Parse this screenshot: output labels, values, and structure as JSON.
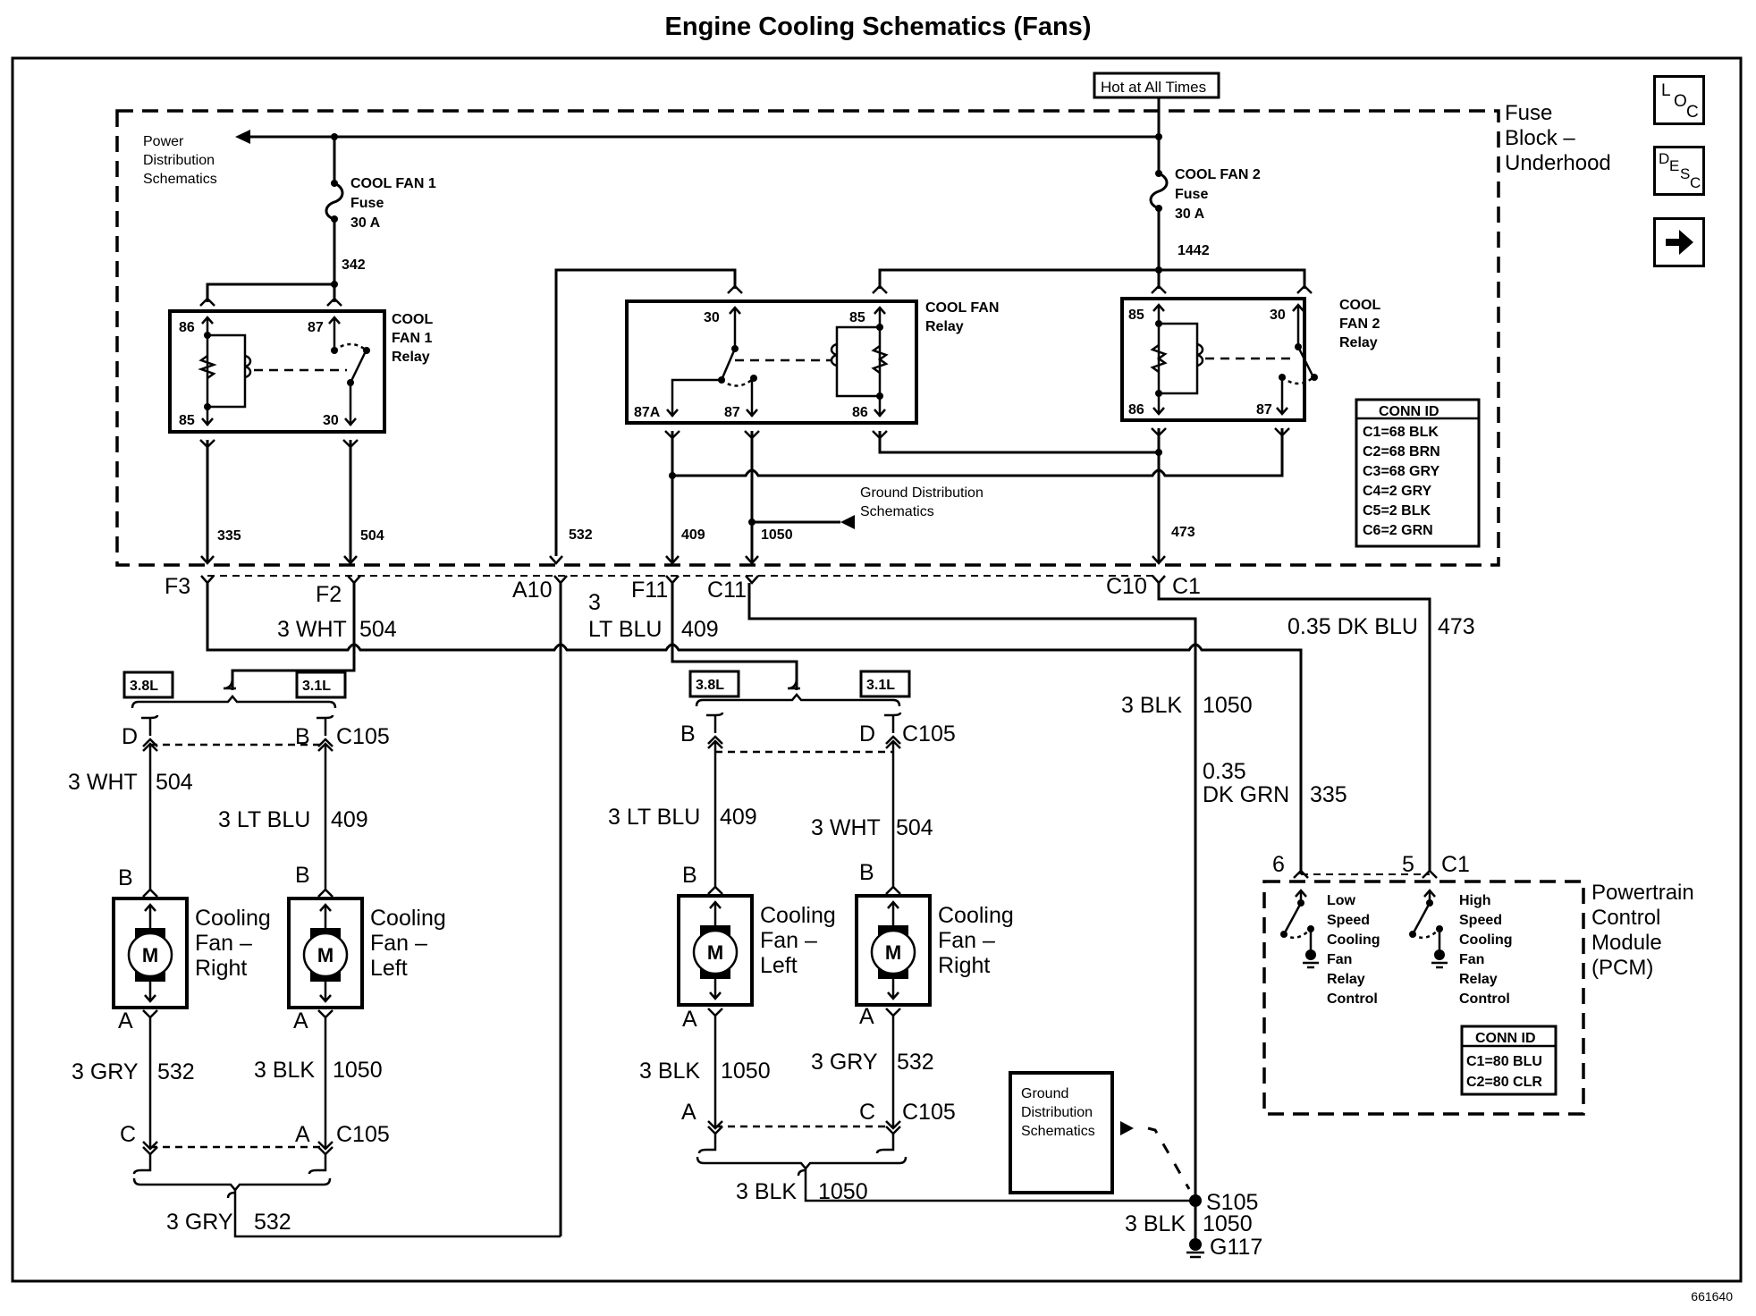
{
  "title": "Engine Cooling Schematics (Fans)",
  "drawing_number": "661640",
  "nav_buttons": {
    "loc": {
      "letters": [
        "L",
        "O",
        "C"
      ],
      "icon": "loc-icon"
    },
    "desc": {
      "letters": [
        "D",
        "E",
        "S",
        "C"
      ],
      "icon": "desc-icon"
    },
    "next": {
      "icon": "arrow-right-icon"
    }
  },
  "power": {
    "hot_label": "Hot at All Times",
    "power_dist": [
      "Power",
      "Distribution",
      "Schematics"
    ]
  },
  "fuse_block": {
    "label": [
      "Fuse",
      "Block –",
      "Underhood"
    ],
    "fuse1": {
      "name": "COOL FAN 1",
      "type": "Fuse",
      "rating": "30 A",
      "circuit": "342"
    },
    "fuse2": {
      "name": "COOL FAN 2",
      "type": "Fuse",
      "rating": "30 A",
      "circuit": "1442"
    },
    "relay1": {
      "label": [
        "COOL",
        "FAN 1",
        "Relay"
      ],
      "pins": {
        "p86": "86",
        "p87": "87",
        "p85": "85",
        "p30": "30"
      }
    },
    "relay_mid": {
      "label": [
        "COOL FAN",
        "Relay"
      ],
      "pins": {
        "p30": "30",
        "p85": "85",
        "p87a": "87A",
        "p87": "87",
        "p86": "86"
      }
    },
    "relay2": {
      "label": [
        "COOL",
        "FAN 2",
        "Relay"
      ],
      "pins": {
        "p85": "85",
        "p30": "30",
        "p86": "86",
        "p87": "87"
      }
    },
    "ground_dist": [
      "Ground Distribution",
      "Schematics"
    ],
    "circuits": {
      "c335": "335",
      "c504": "504",
      "c532": "532",
      "c409": "409",
      "c1050": "1050",
      "c473": "473"
    },
    "conn_id": {
      "header": "CONN ID",
      "rows": [
        "C1=68 BLK",
        "C2=68 BRN",
        "C3=68 GRY",
        "C4=2 GRY",
        "C5=2 BLK",
        "C6=2 GRN"
      ]
    }
  },
  "connectors": {
    "F3": "F3",
    "F2": "F2",
    "A10": "A10",
    "F11": "F11",
    "C11": "C11",
    "C10": "C10",
    "C1": "C1"
  },
  "wires": {
    "wht504": {
      "color": "3 WHT",
      "circuit": "504"
    },
    "ltblu409": {
      "color_a": "3",
      "color_b": "LT BLU",
      "circuit": "409"
    },
    "dkblu473": {
      "color": "0.35 DK BLU",
      "circuit": "473"
    },
    "blk1050": {
      "color": "3 BLK",
      "circuit": "1050"
    },
    "dkgrn335": {
      "color_a": "0.35",
      "color_b": "DK GRN",
      "circuit": "335"
    }
  },
  "left_group": {
    "eng38": "3.8L",
    "eng31": "3.1L",
    "c105_top": {
      "left_pin": "D",
      "right_pin": "B",
      "name": "C105"
    },
    "fan_right": {
      "pin_top": "B",
      "pin_bot": "A",
      "label": [
        "Cooling",
        "Fan –",
        "Right"
      ],
      "wire_top": {
        "color": "3 WHT",
        "circuit": "504"
      },
      "wire_bot": {
        "color": "3 GRY",
        "circuit": "532"
      }
    },
    "fan_left": {
      "pin_top": "B",
      "pin_bot": "A",
      "label": [
        "Cooling",
        "Fan –",
        "Left"
      ],
      "wire_top": {
        "color": "3 LT BLU",
        "circuit": "409"
      },
      "wire_bot": {
        "color": "3 BLK",
        "circuit": "1050"
      }
    },
    "c105_bot": {
      "left_pin": "C",
      "right_pin": "A",
      "name": "C105"
    },
    "bottom_wire": {
      "color": "3 GRY",
      "circuit": "532"
    }
  },
  "mid_group": {
    "eng38": "3.8L",
    "eng31": "3.1L",
    "c105_top": {
      "left_pin": "B",
      "right_pin": "D",
      "name": "C105"
    },
    "fan_left": {
      "pin_top": "B",
      "pin_bot": "A",
      "label": [
        "Cooling",
        "Fan –",
        "Left"
      ],
      "wire_top": {
        "color": "3 LT BLU",
        "circuit": "409"
      },
      "wire_bot": {
        "color": "3 BLK",
        "circuit": "1050"
      }
    },
    "fan_right": {
      "pin_top": "B",
      "pin_bot": "A",
      "label": [
        "Cooling",
        "Fan –",
        "Right"
      ],
      "wire_top": {
        "color": "3 WHT",
        "circuit": "504"
      },
      "wire_bot": {
        "color": "3 GRY",
        "circuit": "532"
      }
    },
    "c105_bot": {
      "left_pin": "A",
      "right_pin": "C",
      "name": "C105"
    },
    "bottom_wire": {
      "color": "3 BLK",
      "circuit": "1050"
    }
  },
  "motor_symbol": "M",
  "ground": {
    "box": [
      "Ground",
      "Distribution",
      "Schematics"
    ],
    "splice": "S105",
    "wire": {
      "color": "3 BLK",
      "circuit": "1050"
    },
    "ground_point": "G117"
  },
  "pcm": {
    "label": [
      "Powertrain",
      "Control",
      "Module",
      "(PCM)"
    ],
    "pin6": "6",
    "pin5": "5",
    "conn": "C1",
    "low": [
      "Low",
      "Speed",
      "Cooling",
      "Fan",
      "Relay",
      "Control"
    ],
    "high": [
      "High",
      "Speed",
      "Cooling",
      "Fan",
      "Relay",
      "Control"
    ],
    "conn_id": {
      "header": "CONN ID",
      "rows": [
        "C1=80 BLU",
        "C2=80 CLR"
      ]
    }
  }
}
